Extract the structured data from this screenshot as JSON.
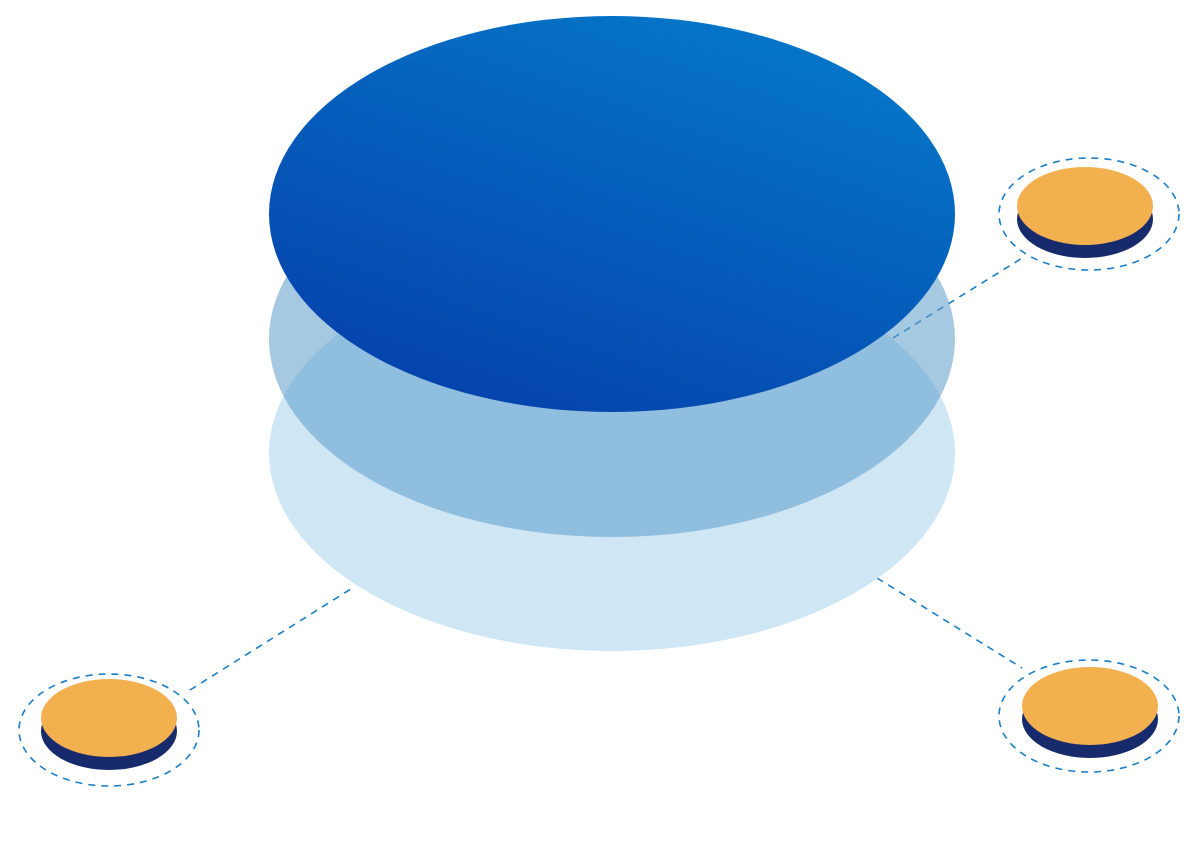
{
  "colors": {
    "top_layer_start": "#0540ab",
    "top_layer_end": "#0579c9",
    "middle_layer": "#80b3d6",
    "bottom_layer": "#cfe6f5",
    "coin_top": "#f3b04f",
    "coin_base": "#172a6b",
    "dash": "#1a7fc7"
  },
  "nodes": [
    {
      "id": "node-top-right"
    },
    {
      "id": "node-bottom-left"
    },
    {
      "id": "node-bottom-right"
    }
  ]
}
